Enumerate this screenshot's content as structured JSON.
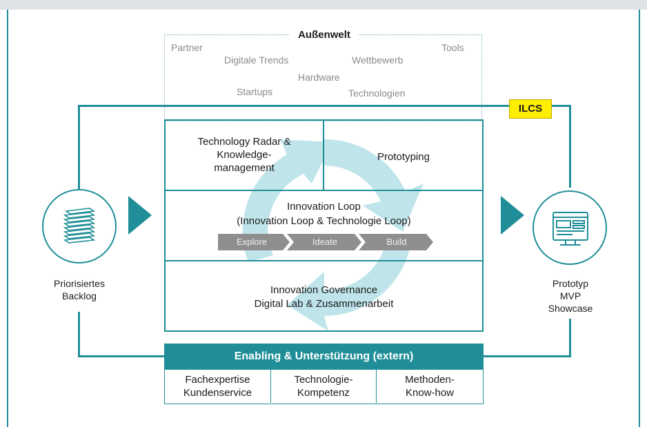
{
  "outside": {
    "title": "Außenwelt",
    "words": [
      "Partner",
      "Digitale Trends",
      "Wettbewerb",
      "Tools",
      "Hardware",
      "Startups",
      "Technologien"
    ]
  },
  "badge": "ILCS",
  "boxes": {
    "radar": [
      "Technology Radar &",
      "Knowledge-",
      "management"
    ],
    "prototyping": "Prototyping",
    "loop_title": "Innovation Loop",
    "loop_sub": "(Innovation Loop & Technologie Loop)",
    "steps": [
      "Explore",
      "Ideate",
      "Build"
    ],
    "governance_1": "Innovation Governance",
    "governance_2": "Digital Lab & Zusammenarbeit"
  },
  "left": {
    "icon": "stacked-papers-icon",
    "label": [
      "Priorisiertes",
      "Backlog"
    ]
  },
  "right": {
    "icon": "dashboard-screen-icon",
    "label": [
      "Prototyp",
      "MVP",
      "Showcase"
    ]
  },
  "enabling": {
    "title": "Enabling & Unterstützung (extern)",
    "cells": [
      [
        "Fachexpertise",
        "Kundenservice"
      ],
      [
        "Technologie-",
        "Kompetenz"
      ],
      [
        "Methoden-",
        "Know-how"
      ]
    ]
  },
  "colors": {
    "teal": "#1f8e98",
    "cycle": "#bfe4ea",
    "badge": "#ffee00",
    "steps": "#8e8e8e"
  }
}
